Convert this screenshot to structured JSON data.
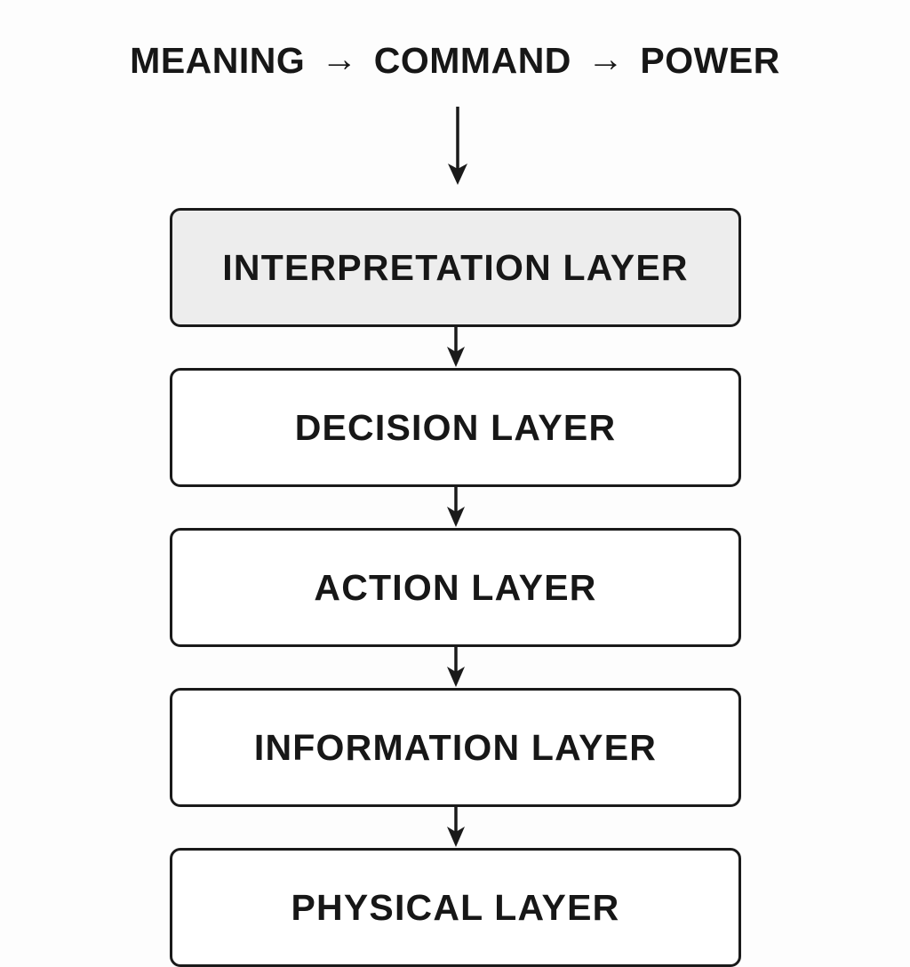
{
  "page": {
    "background_color": "#fdfdfd",
    "ink_color": "#171717",
    "border_color": "#1a1a1a",
    "highlight_fill": "#ededed"
  },
  "header": {
    "segments": [
      "MEANING",
      "COMMAND",
      "POWER"
    ],
    "separator": "→",
    "full_title": "MEANING → COMMAND → POWER"
  },
  "flow": {
    "entry_arrow": "down-arrow",
    "connector_arrow": "down-arrow"
  },
  "layers": [
    {
      "label": "INTERPRETATION LAYER",
      "highlighted": true,
      "fill": "#ededed"
    },
    {
      "label": "DECISION LAYER",
      "highlighted": false,
      "fill": "#ffffff"
    },
    {
      "label": "ACTION LAYER",
      "highlighted": false,
      "fill": "#ffffff"
    },
    {
      "label": "INFORMATION LAYER",
      "highlighted": false,
      "fill": "#ffffff"
    },
    {
      "label": "PHYSICAL LAYER",
      "highlighted": false,
      "fill": "#ffffff"
    }
  ]
}
